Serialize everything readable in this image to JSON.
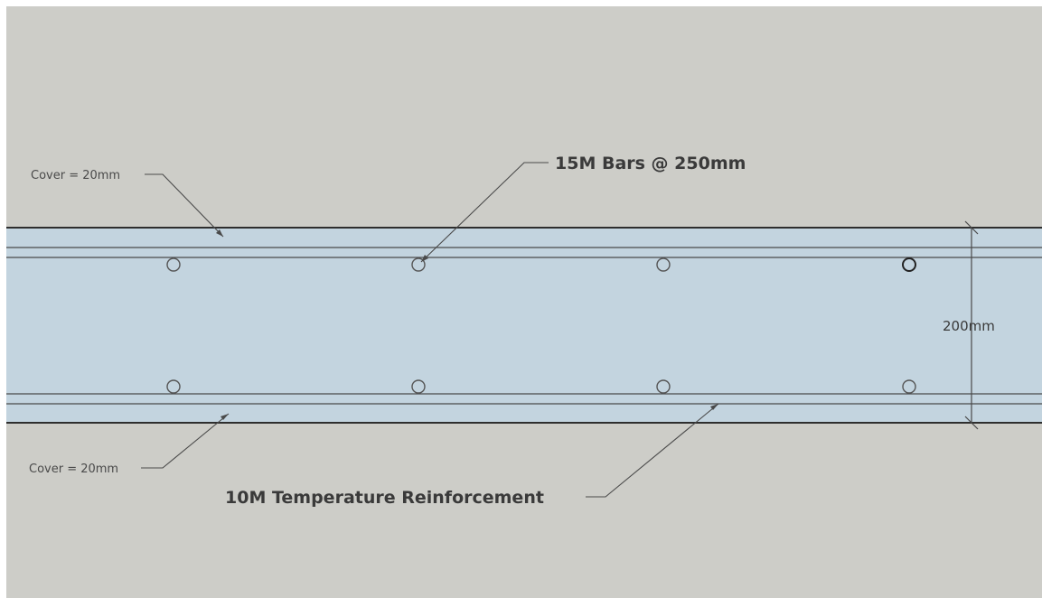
{
  "colors": {
    "background": "#cdcdc8",
    "slab_fill": "#c3d4df",
    "slab_edge": "#2e2e2e",
    "rebar_line": "#4a4a4a",
    "bar_stroke": "#555555",
    "leader": "#4a4a4a"
  },
  "labels": {
    "cover_top": "Cover = 20mm",
    "main_bars": "15M Bars @ 250mm",
    "thickness": "200mm",
    "cover_bottom": "Cover = 20mm",
    "temp_reinf": "10M Temperature Reinforcement"
  },
  "bars": {
    "count_per_layer": 4,
    "layers": [
      "top",
      "bottom"
    ]
  }
}
